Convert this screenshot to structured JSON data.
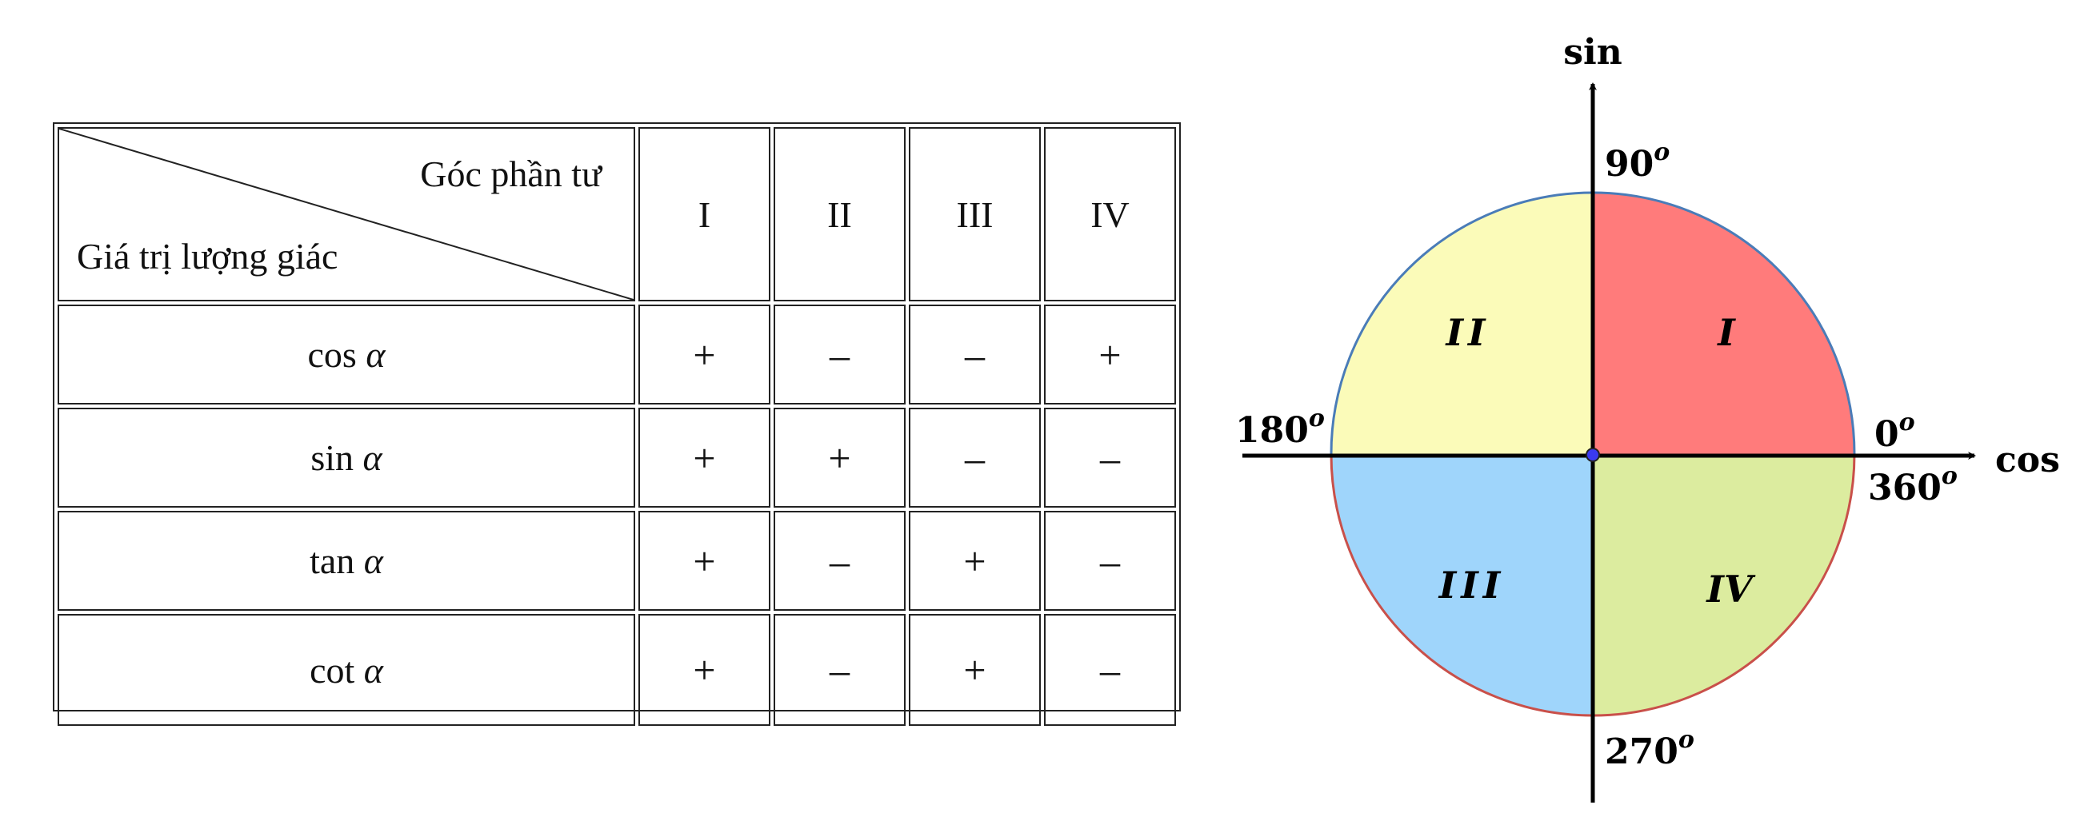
{
  "table": {
    "header_top": "Góc phần tư",
    "header_bottom": "Giá trị lượng giác",
    "quadrants": [
      "I",
      "II",
      "III",
      "IV"
    ],
    "rows": [
      {
        "fn": "cos",
        "var": "α",
        "signs": [
          "+",
          "–",
          "–",
          "+"
        ]
      },
      {
        "fn": "sin",
        "var": "α",
        "signs": [
          "+",
          "+",
          "–",
          "–"
        ]
      },
      {
        "fn": "tan",
        "var": "α",
        "signs": [
          "+",
          "–",
          "+",
          "–"
        ]
      },
      {
        "fn": "cot",
        "var": "α",
        "signs": [
          "+",
          "–",
          "+",
          "–"
        ]
      }
    ]
  },
  "diagram": {
    "y_axis_label": "sin",
    "x_axis_label": "cos",
    "angles": {
      "a90": "90",
      "a180": "180",
      "a0": "0",
      "a360": "360",
      "a270": "270",
      "degree_mark": "o"
    },
    "quadrant_labels": [
      "I",
      "II",
      "III",
      "IV"
    ],
    "colors": {
      "q1": "#ff7b7b",
      "q2": "#fbfbb9",
      "q3": "#9fd5fb",
      "q4": "#dcec9f",
      "upper_arc": "#4a7cb8",
      "lower_arc": "#c9504a",
      "origin": "#3a3af0"
    }
  }
}
